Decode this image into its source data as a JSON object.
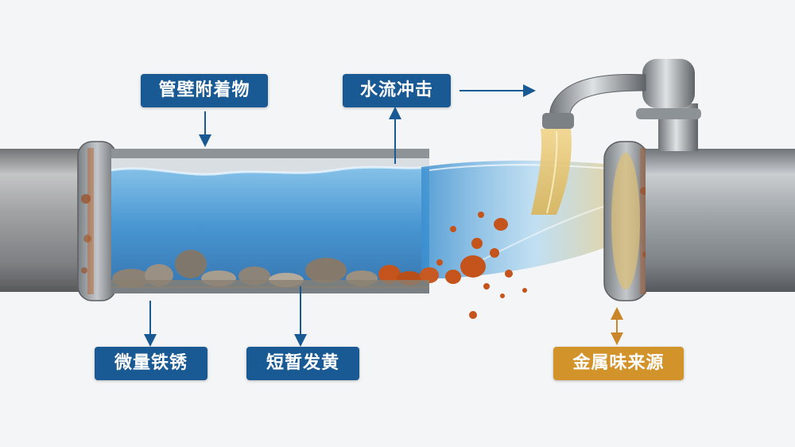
{
  "labels": {
    "wall_deposits": "管壁附着物",
    "water_impact": "水流冲击",
    "slight_rust": "微量铁锈",
    "brief_yellowing": "短暂发黄",
    "metallic_taste_source": "金属味来源"
  },
  "colors": {
    "label_blue": "#1a5a94",
    "label_gold": "#d2932b",
    "water_blue": "#3b8fd0",
    "rust": "#c4541b",
    "pipe_steel": "#9aa0a5"
  },
  "icons": [
    "faucet-icon",
    "arrow-icon"
  ]
}
